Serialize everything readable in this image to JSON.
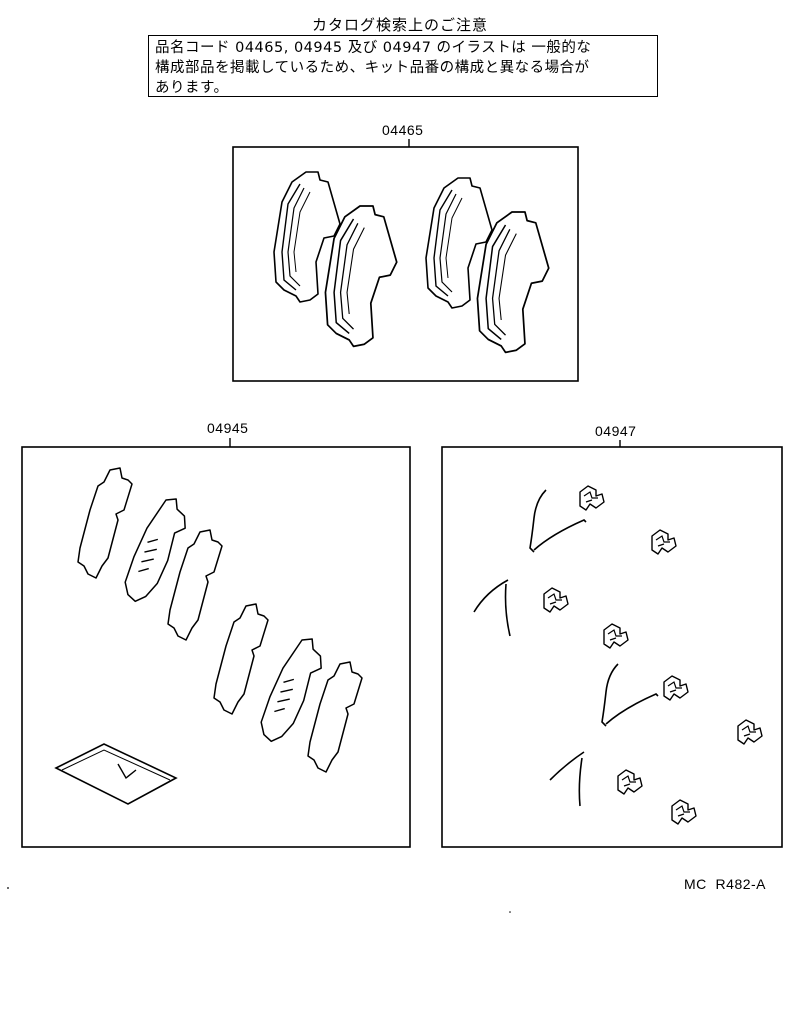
{
  "notice": {
    "title": "カタログ検索上のご注意",
    "line1": "品名コード 04465, 04945 及び 04947 のイラストは 一般的な",
    "line2": "構成部品を掲載しているため、キット品番の構成と異なる場合が",
    "line3": "あります。"
  },
  "parts": [
    {
      "code": "04465"
    },
    {
      "code": "04945"
    },
    {
      "code": "04947"
    }
  ],
  "reference": "MC  R482-A"
}
